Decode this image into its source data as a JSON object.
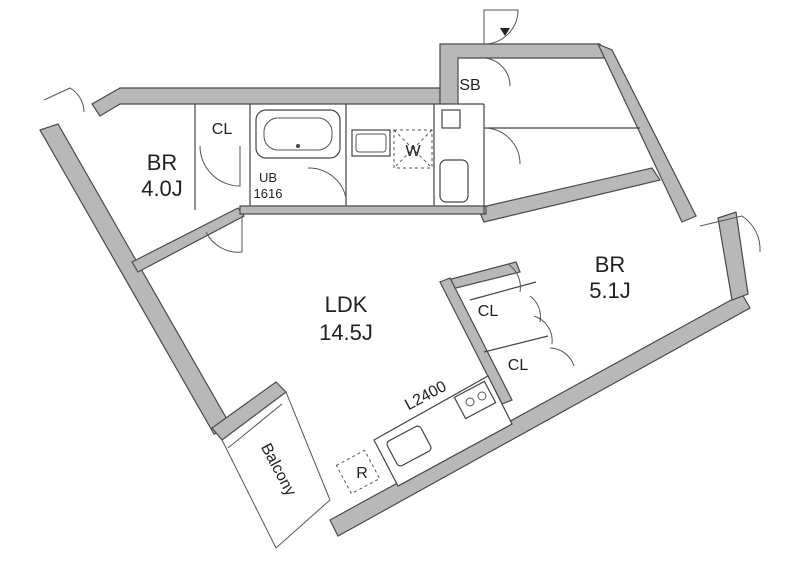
{
  "rooms": {
    "br1_name": "BR",
    "br1_size": "4.0J",
    "br2_name": "BR",
    "br2_size": "5.1J",
    "ldk_name": "LDK",
    "ldk_size": "14.5J"
  },
  "closets": {
    "cl1": "CL",
    "cl2": "CL",
    "cl3": "CL"
  },
  "utilities": {
    "sb": "SB",
    "ub_line1": "UB",
    "ub_line2": "1616",
    "w": "W",
    "r": "R"
  },
  "kitchen": {
    "length": "L2400"
  },
  "balcony": {
    "label": "Balcony"
  }
}
